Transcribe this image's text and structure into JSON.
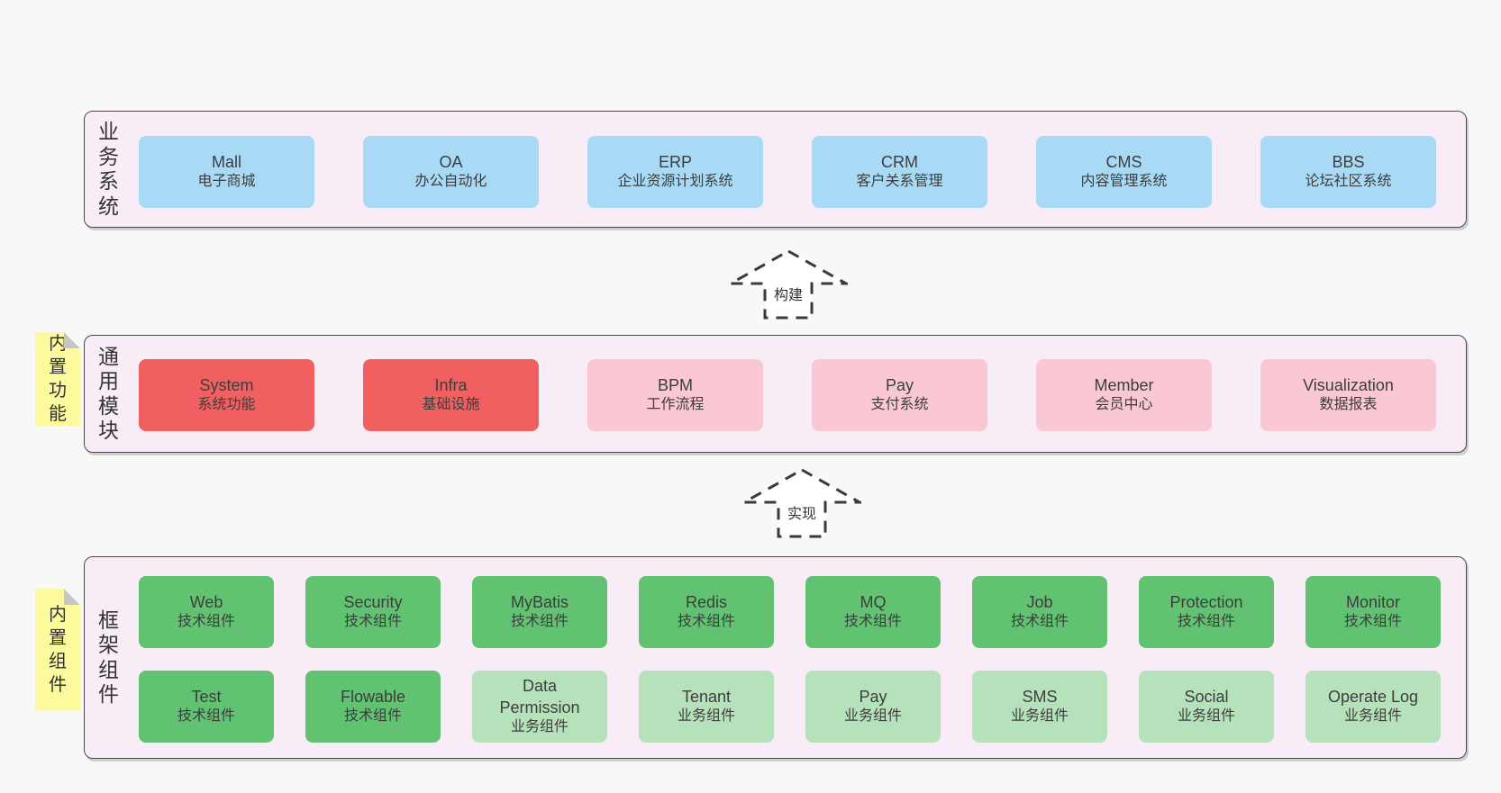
{
  "page": {
    "background": "#f8f8f8"
  },
  "colors": {
    "page_bg": "#f8f8f8",
    "panel_bg": "#f8edf6",
    "panel_border": "#4a4a4a",
    "text": "#3d3d3d",
    "note_bg": "#fbfb9d",
    "note_fold": "#c6c6c6",
    "blue": "#a9daf5",
    "red": "#f06060",
    "pink": "#fac8d3",
    "green": "#61c271",
    "lightgreen": "#b6e2bb",
    "arrow_stroke": "#3a3a3a",
    "arrow_fill": "#ffffff",
    "arrow_label_bg": "#ffffff"
  },
  "sections": [
    {
      "key": "business-systems",
      "side_label": "业务系统",
      "note": null,
      "rows": [
        [
          {
            "en": "Mall",
            "zh": "电子商城",
            "type": "blue"
          },
          {
            "en": "OA",
            "zh": "办公自动化",
            "type": "blue"
          },
          {
            "en": "ERP",
            "zh": "企业资源计划系统",
            "type": "blue"
          },
          {
            "en": "CRM",
            "zh": "客户关系管理",
            "type": "blue"
          },
          {
            "en": "CMS",
            "zh": "内容管理系统",
            "type": "blue"
          },
          {
            "en": "BBS",
            "zh": "论坛社区系统",
            "type": "blue"
          }
        ]
      ]
    },
    {
      "key": "common-modules",
      "side_label": "通用模块",
      "note": "内置功能",
      "rows": [
        [
          {
            "en": "System",
            "zh": "系统功能",
            "type": "red"
          },
          {
            "en": "Infra",
            "zh": "基础设施",
            "type": "red"
          },
          {
            "en": "BPM",
            "zh": "工作流程",
            "type": "pink"
          },
          {
            "en": "Pay",
            "zh": "支付系统",
            "type": "pink"
          },
          {
            "en": "Member",
            "zh": "会员中心",
            "type": "pink"
          },
          {
            "en": "Visualization",
            "zh": "数据报表",
            "type": "pink"
          }
        ]
      ]
    },
    {
      "key": "framework-components",
      "side_label": "框架组件",
      "note": "内置组件",
      "rows": [
        [
          {
            "en": "Web",
            "zh": "技术组件",
            "type": "green"
          },
          {
            "en": "Security",
            "zh": "技术组件",
            "type": "green"
          },
          {
            "en": "MyBatis",
            "zh": "技术组件",
            "type": "green"
          },
          {
            "en": "Redis",
            "zh": "技术组件",
            "type": "green"
          },
          {
            "en": "MQ",
            "zh": "技术组件",
            "type": "green"
          },
          {
            "en": "Job",
            "zh": "技术组件",
            "type": "green"
          },
          {
            "en": "Protection",
            "zh": "技术组件",
            "type": "green"
          },
          {
            "en": "Monitor",
            "zh": "技术组件",
            "type": "green"
          }
        ],
        [
          {
            "en": "Test",
            "zh": "技术组件",
            "type": "green"
          },
          {
            "en": "Flowable",
            "zh": "技术组件",
            "type": "green"
          },
          {
            "en": "Data Permission",
            "zh": "业务组件",
            "type": "lightgreen"
          },
          {
            "en": "Tenant",
            "zh": "业务组件",
            "type": "lightgreen"
          },
          {
            "en": "Pay",
            "zh": "业务组件",
            "type": "lightgreen"
          },
          {
            "en": "SMS",
            "zh": "业务组件",
            "type": "lightgreen"
          },
          {
            "en": "Social",
            "zh": "业务组件",
            "type": "lightgreen"
          },
          {
            "en": "Operate Log",
            "zh": "业务组件",
            "type": "lightgreen"
          }
        ]
      ]
    }
  ],
  "arrows": [
    {
      "label": "构建"
    },
    {
      "label": "实现"
    }
  ]
}
